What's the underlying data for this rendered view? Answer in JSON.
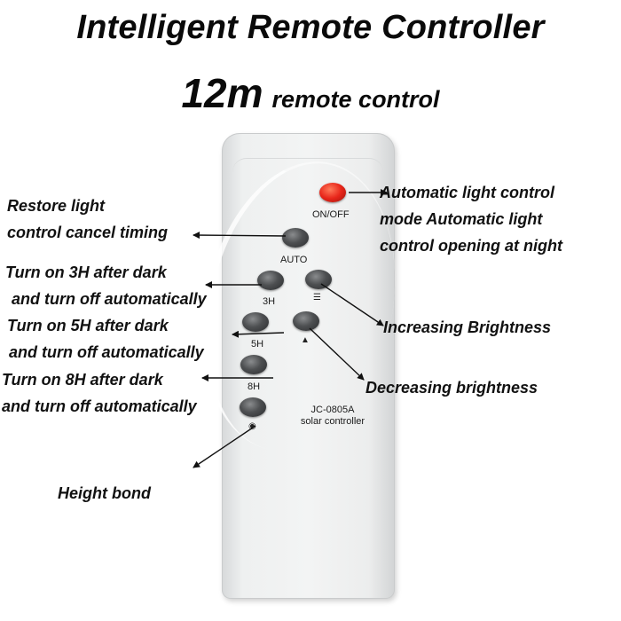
{
  "header": {
    "title": "Intelligent Remote Controller",
    "subtitle_big": "12m",
    "subtitle_small": "remote control"
  },
  "remote": {
    "buttons": {
      "on_off": "ON/OFF",
      "auto": "AUTO",
      "h3": "3H",
      "h5": "5H",
      "h8": "8H"
    },
    "model": "JC-0805A",
    "model_desc": "solar controller",
    "colors": {
      "power_button": "#e8261a",
      "button": "#3a3b3d",
      "body": "#eef0f0"
    }
  },
  "annotations": {
    "restore_line1": "Restore light",
    "restore_line2": "control cancel timing",
    "h3_line1": "Turn on 3H after dark",
    "h3_line2": "and turn off automatically",
    "h5_line1": "Turn on 5H after dark",
    "h5_line2": "and turn off automatically",
    "h8_line1": "Turn on 8H after dark",
    "h8_line2": "and turn off automatically",
    "height_bond": "Height bond",
    "auto_line1": "Automatic light control",
    "auto_line2": "mode Automatic light",
    "auto_line3": "control opening at night",
    "increase": "Increasing Brightness",
    "decrease": "Decreasing brightness"
  }
}
